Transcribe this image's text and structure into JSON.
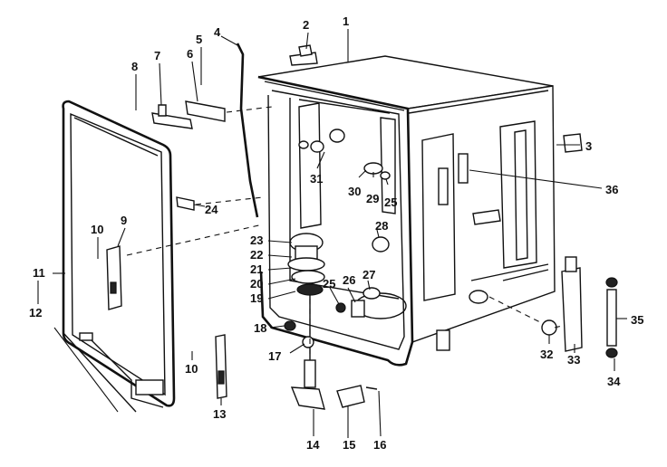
{
  "callouts": [
    {
      "id": "1",
      "text": "1"
    },
    {
      "id": "2",
      "text": "2"
    },
    {
      "id": "3",
      "text": "3"
    },
    {
      "id": "4",
      "text": "4"
    },
    {
      "id": "5",
      "text": "5"
    },
    {
      "id": "6",
      "text": "6"
    },
    {
      "id": "7",
      "text": "7"
    },
    {
      "id": "8",
      "text": "8"
    },
    {
      "id": "9",
      "text": "9"
    },
    {
      "id": "10a",
      "text": "10"
    },
    {
      "id": "10b",
      "text": "10"
    },
    {
      "id": "11",
      "text": "11"
    },
    {
      "id": "12",
      "text": "12"
    },
    {
      "id": "13",
      "text": "13"
    },
    {
      "id": "14",
      "text": "14"
    },
    {
      "id": "15",
      "text": "15"
    },
    {
      "id": "16",
      "text": "16"
    },
    {
      "id": "17",
      "text": "17"
    },
    {
      "id": "18",
      "text": "18"
    },
    {
      "id": "19",
      "text": "19"
    },
    {
      "id": "20",
      "text": "20"
    },
    {
      "id": "21",
      "text": "21"
    },
    {
      "id": "22",
      "text": "22"
    },
    {
      "id": "23",
      "text": "23"
    },
    {
      "id": "24",
      "text": "24"
    },
    {
      "id": "25a",
      "text": "25"
    },
    {
      "id": "25b",
      "text": "25"
    },
    {
      "id": "26",
      "text": "26"
    },
    {
      "id": "27",
      "text": "27"
    },
    {
      "id": "28",
      "text": "28"
    },
    {
      "id": "29",
      "text": "29"
    },
    {
      "id": "30",
      "text": "30"
    },
    {
      "id": "31",
      "text": "31"
    },
    {
      "id": "32",
      "text": "32"
    },
    {
      "id": "33",
      "text": "33"
    },
    {
      "id": "34",
      "text": "34"
    },
    {
      "id": "35",
      "text": "35"
    },
    {
      "id": "36",
      "text": "36"
    }
  ]
}
